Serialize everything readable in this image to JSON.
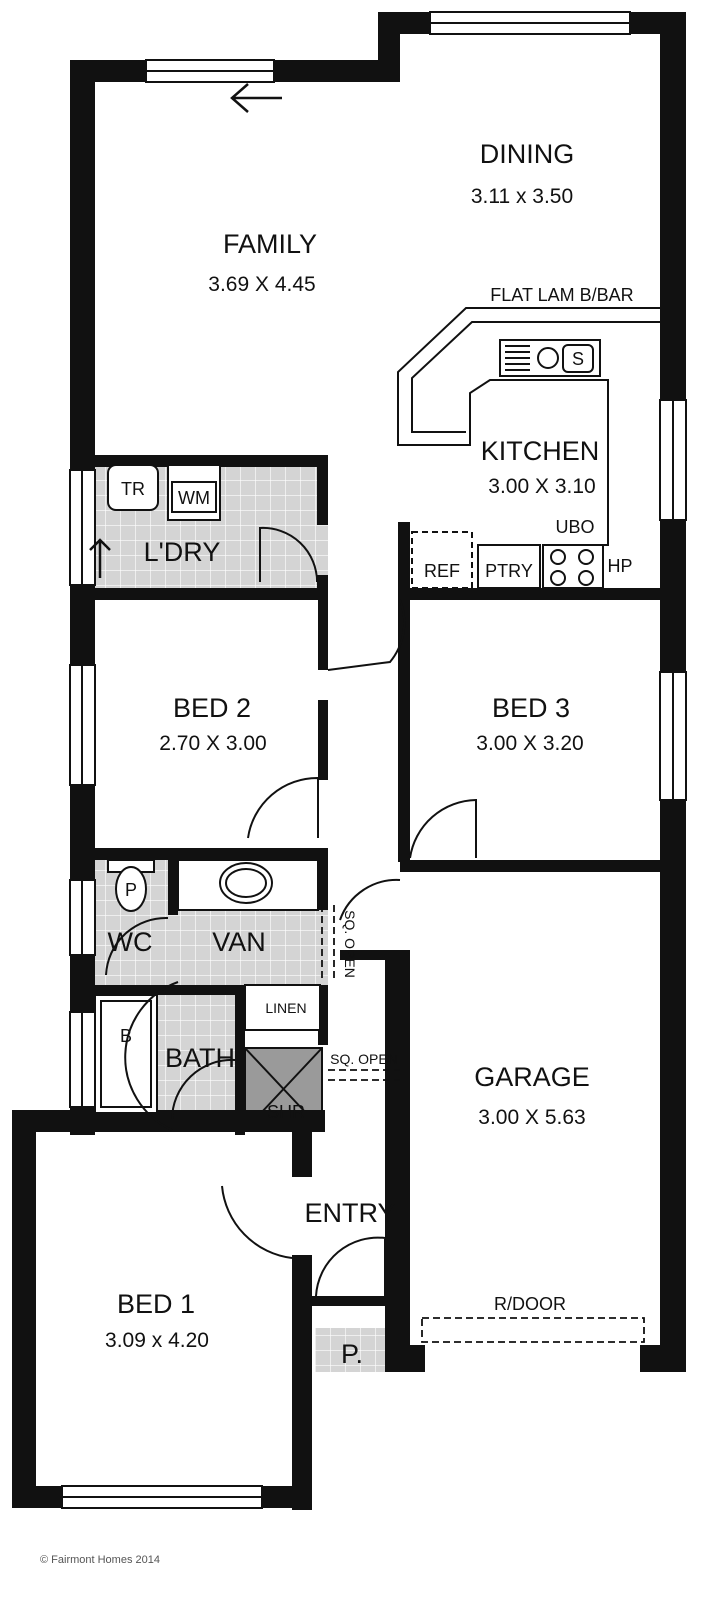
{
  "rooms": {
    "dining": {
      "name": "DINING",
      "size": "3.11 x 3.50"
    },
    "family": {
      "name": "FAMILY",
      "size": "3.69 X 4.45"
    },
    "kitchen": {
      "name": "KITCHEN",
      "size": "3.00 X 3.10"
    },
    "laundry": {
      "name": "L'DRY"
    },
    "bed2": {
      "name": "BED 2",
      "size": "2.70 X 3.00"
    },
    "bed3": {
      "name": "BED 3",
      "size": "3.00 X 3.20"
    },
    "wc": {
      "name": "WC"
    },
    "van": {
      "name": "VAN"
    },
    "bath": {
      "name": "BATH"
    },
    "garage": {
      "name": "GARAGE",
      "size": "3.00 X 5.63"
    },
    "entry": {
      "name": "ENTRY"
    },
    "bed1": {
      "name": "BED 1",
      "size": "3.09 x 4.20"
    }
  },
  "fixtures": {
    "bench": "FLAT LAM B/BAR",
    "sink": "S",
    "ubo": "UBO",
    "ref": "REF",
    "pantry": "PTRY",
    "hotplate": "HP",
    "trough": "TR",
    "washer": "WM",
    "toilet": "P",
    "linen": "LINEN",
    "bath_tub": "B",
    "shower": "SHR",
    "sq_open_1": "SQ. OPEN",
    "sq_open_2": "SQ. OPEN",
    "roller_door": "R/DOOR",
    "porch": "P."
  },
  "copyright": "© Fairmont Homes 2014"
}
